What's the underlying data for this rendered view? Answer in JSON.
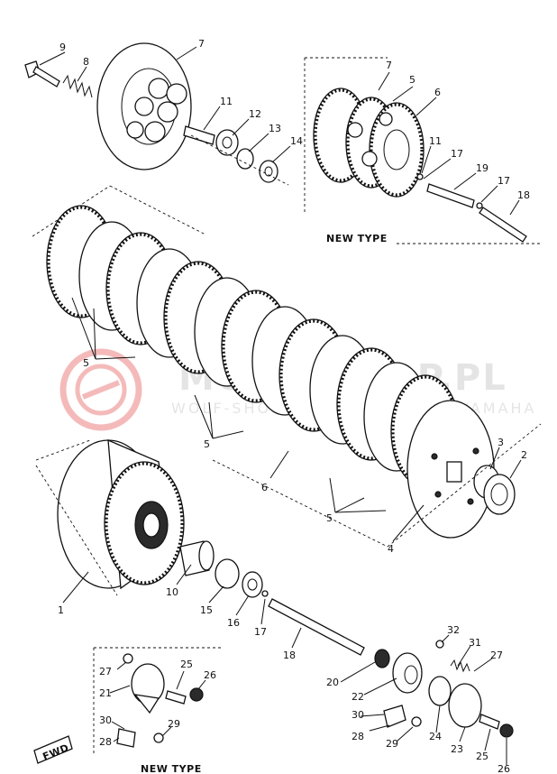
{
  "section_captions": {
    "new_type_upper": "NEW TYPE",
    "new_type_lower": "NEW TYPE",
    "fwd": "FWD"
  },
  "watermark": {
    "brand": "MOTO-SHOP.PL",
    "tagline": "WOLF-SHOP PRZEDSTAWICIEL YAMAHA"
  },
  "colors": {
    "line": "#111111",
    "watermark_red": "#e23b3b"
  },
  "callouts": [
    "9",
    "8",
    "7",
    "11",
    "12",
    "13",
    "14",
    "7",
    "5",
    "6",
    "11",
    "17",
    "19",
    "17",
    "18",
    "5",
    "5",
    "6",
    "5",
    "3",
    "2",
    "4",
    "1",
    "10",
    "15",
    "16",
    "17",
    "18",
    "32",
    "31",
    "27",
    "27",
    "25",
    "26",
    "21",
    "30",
    "29",
    "28",
    "20",
    "22",
    "30",
    "28",
    "29",
    "24",
    "23",
    "25",
    "26"
  ]
}
